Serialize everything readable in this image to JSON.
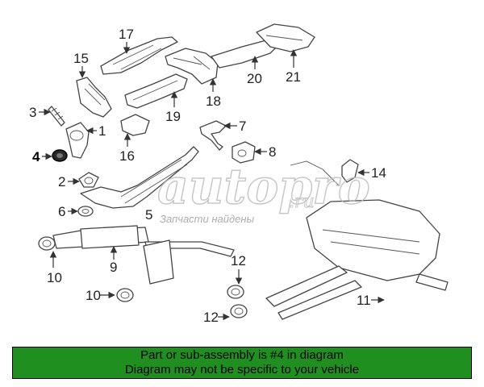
{
  "diagram": {
    "callouts": [
      "1",
      "2",
      "3",
      "4",
      "5",
      "6",
      "7",
      "8",
      "9",
      "10",
      "10",
      "11",
      "12",
      "12",
      "14",
      "15",
      "16",
      "17",
      "18",
      "19",
      "20",
      "21"
    ],
    "highlighted_part": "4"
  },
  "watermark": {
    "logo": "autopro",
    "domain": ".ru",
    "tagline": "Запчасти найдены"
  },
  "banner": {
    "line1": "Part or sub-assembly is #4 in diagram",
    "line2": "Diagram may not be specific to your vehicle",
    "color": "#1f8f1f"
  }
}
